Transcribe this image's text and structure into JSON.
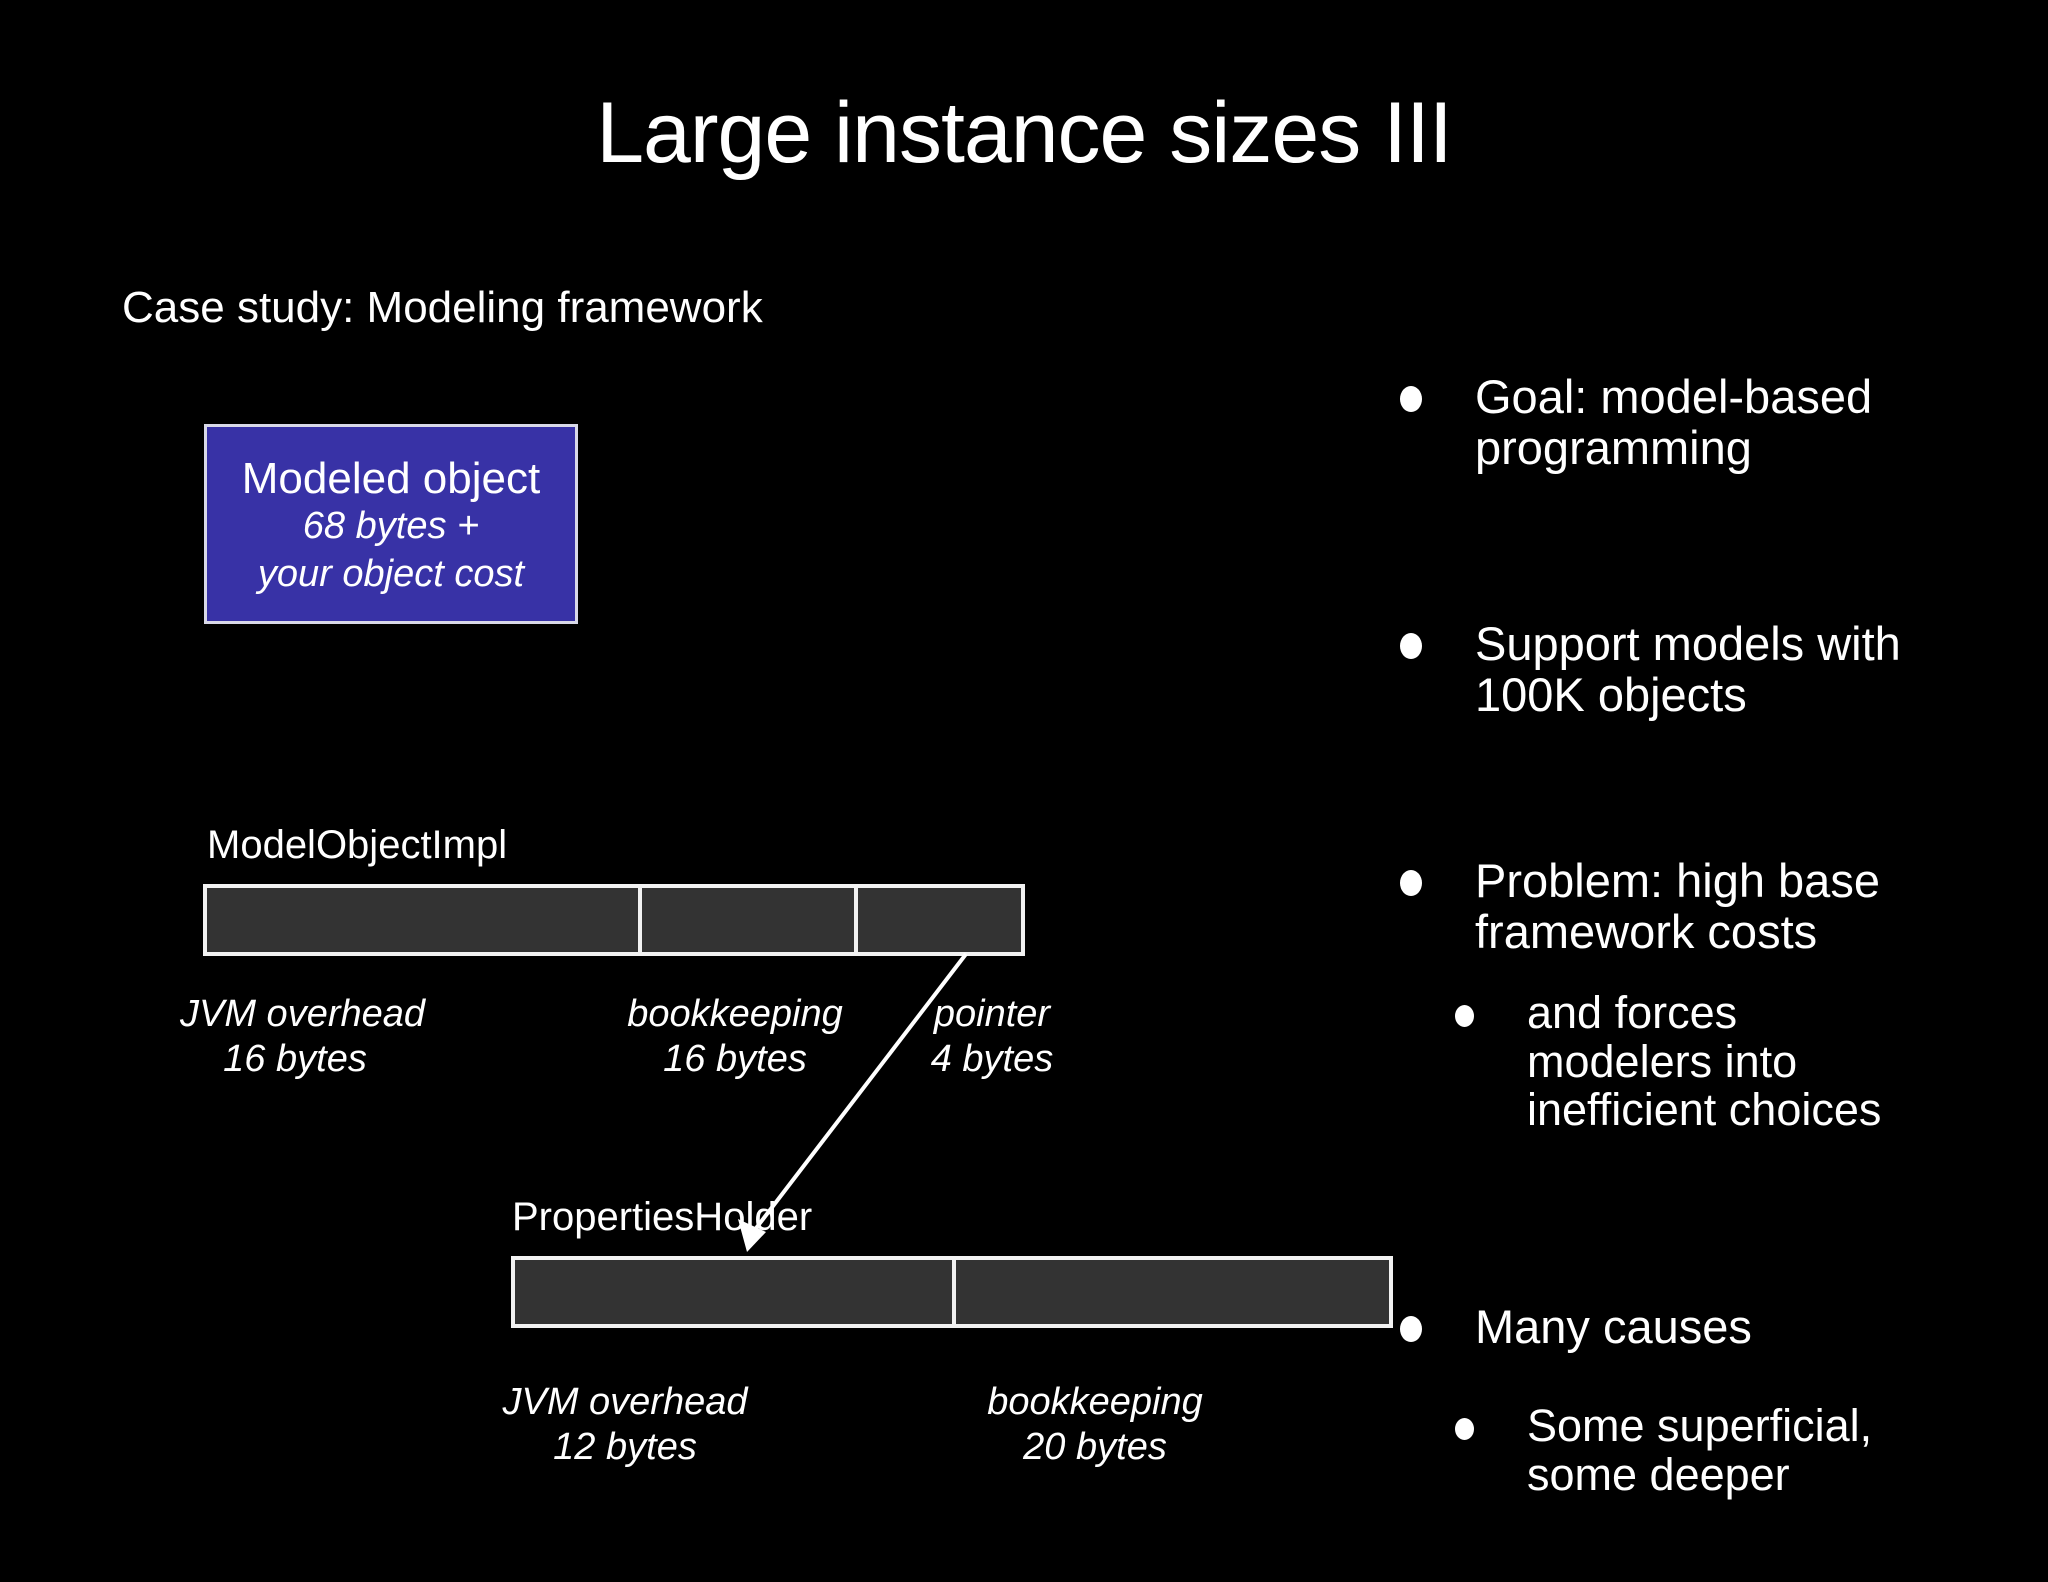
{
  "slide": {
    "title": "Large instance sizes III",
    "subtitle": "Case study: Modeling framework",
    "background_color": "#000000",
    "text_color": "#ffffff",
    "accent_color": "#3832a6",
    "box_fill_color": "#333333",
    "box_border_color": "#f2f2f2"
  },
  "modeled_object": {
    "title": "Modeled object",
    "cost_line1": "68 bytes +",
    "cost_line2": "your object cost"
  },
  "diagrams": [
    {
      "name": "ModelObjectImpl",
      "label": "ModelObjectImpl",
      "segments": [
        {
          "label": "JVM overhead",
          "size": "16 bytes",
          "bytes": 16
        },
        {
          "label": "bookkeeping",
          "size": "16 bytes",
          "bytes": 16
        },
        {
          "label": "pointer",
          "size": "4 bytes",
          "bytes": 4
        }
      ]
    },
    {
      "name": "PropertiesHolder",
      "label": "PropertiesHolder",
      "segments": [
        {
          "label": "JVM overhead",
          "size": "12 bytes",
          "bytes": 12
        },
        {
          "label": "bookkeeping",
          "size": "20 bytes",
          "bytes": 20
        }
      ]
    }
  ],
  "connector": {
    "from": "ModelObjectImpl pointer segment",
    "to": "PropertiesHolder first segment"
  },
  "bullets": [
    {
      "level": 1,
      "text": "Goal: model-based\nprogramming"
    },
    {
      "level": 1,
      "text": "Support models with\n100K objects"
    },
    {
      "level": 1,
      "text": "Problem: high base\nframework costs"
    },
    {
      "level": 2,
      "text": "and forces\nmodelers into\ninefficient choices"
    },
    {
      "level": 1,
      "text": "Many causes"
    },
    {
      "level": 2,
      "text": "Some superficial,\nsome deeper"
    }
  ]
}
